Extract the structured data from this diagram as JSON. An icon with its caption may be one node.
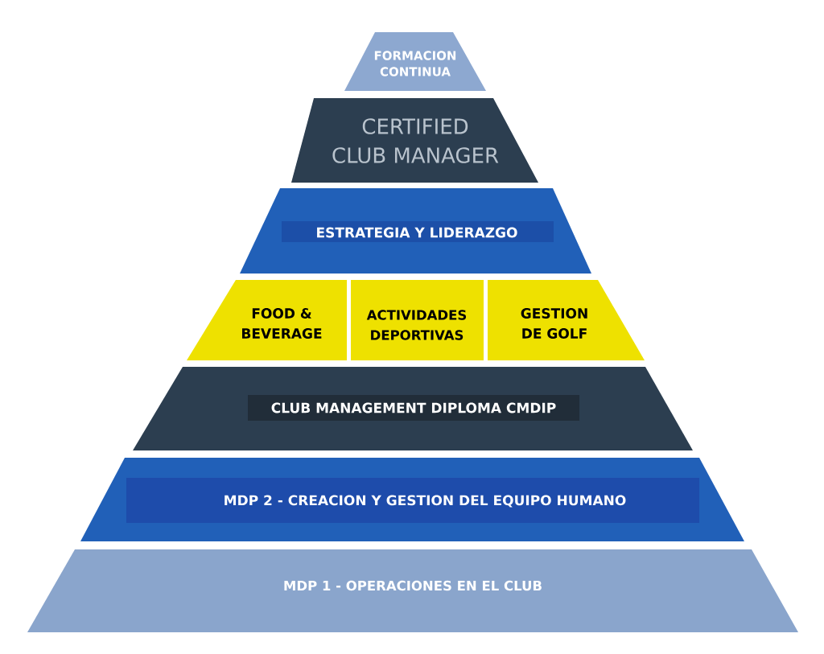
{
  "diagram": {
    "nodes": [
      {
        "text": [
          "FORMACION CONTINUA"
        ]
      },
      {
        "text": [
          "CERTIFIED CLUB MANAGER"
        ]
      },
      {
        "text": [
          "ESTRATEGIA Y LIDERAZGO"
        ]
      },
      {
        "text": [
          "FOOD & BEVERAGE"
        ]
      },
      {
        "text": [
          "ACTIVIDADES DEPORTIVAS"
        ]
      },
      {
        "text": [
          "GESTION DE GOLF"
        ]
      },
      {
        "text": [
          "CLUB MANAGEMENT DIPLOMA CMDIP"
        ]
      },
      {
        "text": [
          "MDP 2 - CREACION Y GESTION DEL EQUIPO HUMANO"
        ]
      },
      {
        "text": [
          "MDP 1 - OPERACIONES EN EL CLUB"
        ]
      }
    ]
  }
}
